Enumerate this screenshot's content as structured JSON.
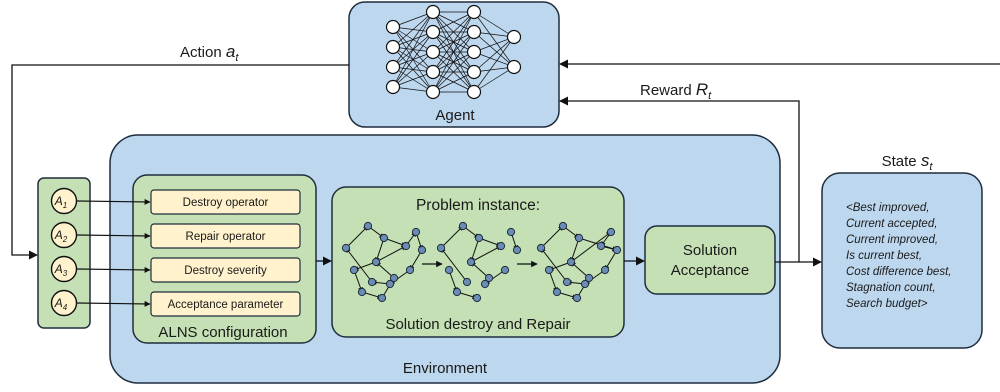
{
  "diagram": {
    "agent": {
      "label": "Agent"
    },
    "arrows": {
      "action": {
        "label": "Action ",
        "symbol": "a",
        "sub": "t"
      },
      "reward": {
        "label": "Reward ",
        "symbol": "R",
        "sub": "t"
      }
    },
    "actions": [
      {
        "symbol": "A",
        "sub": "1"
      },
      {
        "symbol": "A",
        "sub": "2"
      },
      {
        "symbol": "A",
        "sub": "3"
      },
      {
        "symbol": "A",
        "sub": "4"
      }
    ],
    "alns": {
      "caption": "ALNS configuration",
      "params": [
        "Destroy operator",
        "Repair operator",
        "Destroy severity",
        "Acceptance parameter"
      ]
    },
    "problem": {
      "title": "Problem instance:",
      "caption": "Solution destroy and Repair"
    },
    "acceptance": {
      "line1": "Solution",
      "line2": "Acceptance"
    },
    "environment": {
      "label": "Environment"
    },
    "state": {
      "title": "State ",
      "symbol": "s",
      "sub": "t",
      "features": [
        "<Best improved,",
        "Current accepted,",
        "Current improved,",
        "Is current best,",
        "Cost difference best,",
        "Stagnation count,",
        "Search budget>"
      ]
    },
    "colors": {
      "blue_fill": "#bdd7ee",
      "green_fill": "#c5e0b4",
      "param_fill": "#fff2cc",
      "node_fill": "#6b8db5",
      "stroke": "#1f2d3d"
    }
  }
}
